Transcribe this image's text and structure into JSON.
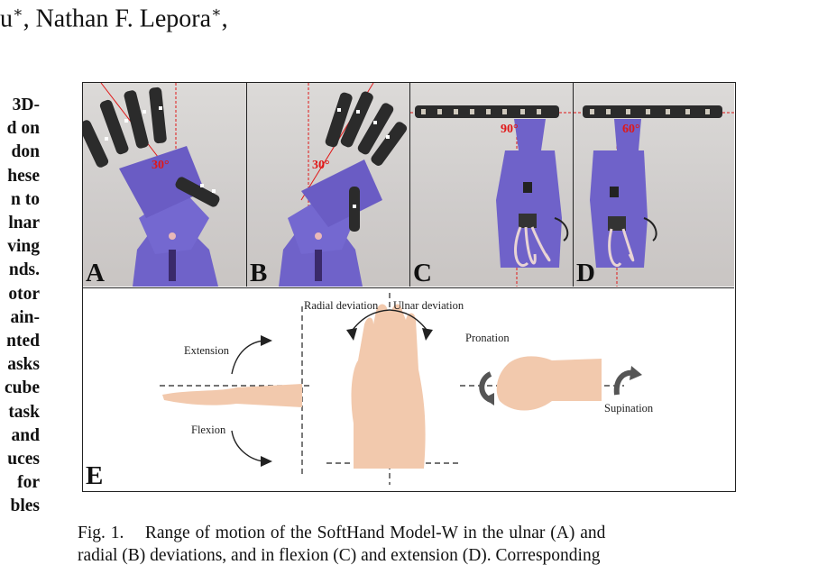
{
  "header": {
    "authors_prefix": "u",
    "authors_name": ", Nathan F. Lepora",
    "authors_suffix": ","
  },
  "abstract_lines": [
    "3D-",
    "d on",
    "don",
    "hese",
    "n to",
    "lnar",
    "ving",
    "nds.",
    "otor",
    "ain-",
    "nted",
    "asks",
    "cube",
    "task",
    "and",
    "uces",
    "for",
    "bles"
  ],
  "figure": {
    "panels": [
      {
        "letter": "A",
        "angle": "30°"
      },
      {
        "letter": "B",
        "angle": "30°"
      },
      {
        "letter": "C",
        "angle": "90°"
      },
      {
        "letter": "D",
        "angle": "60°"
      }
    ],
    "diagram": {
      "letter": "E",
      "radial_deviation": "Radial deviation",
      "ulnar_deviation": "Ulnar deviation",
      "extension": "Extension",
      "flexion": "Flexion",
      "pronation": "Pronation",
      "supination": "Supination"
    }
  },
  "caption": {
    "line1": "Fig. 1.    Range of motion of the SoftHand Model-W in the ulnar (A) and",
    "line2": "radial (B) deviations, and in flexion (C) and extension (D). Corresponding"
  },
  "colors": {
    "hand_purple": "#6f62c9",
    "finger_black": "#2a2a2a",
    "guide_red": "#e01818"
  }
}
